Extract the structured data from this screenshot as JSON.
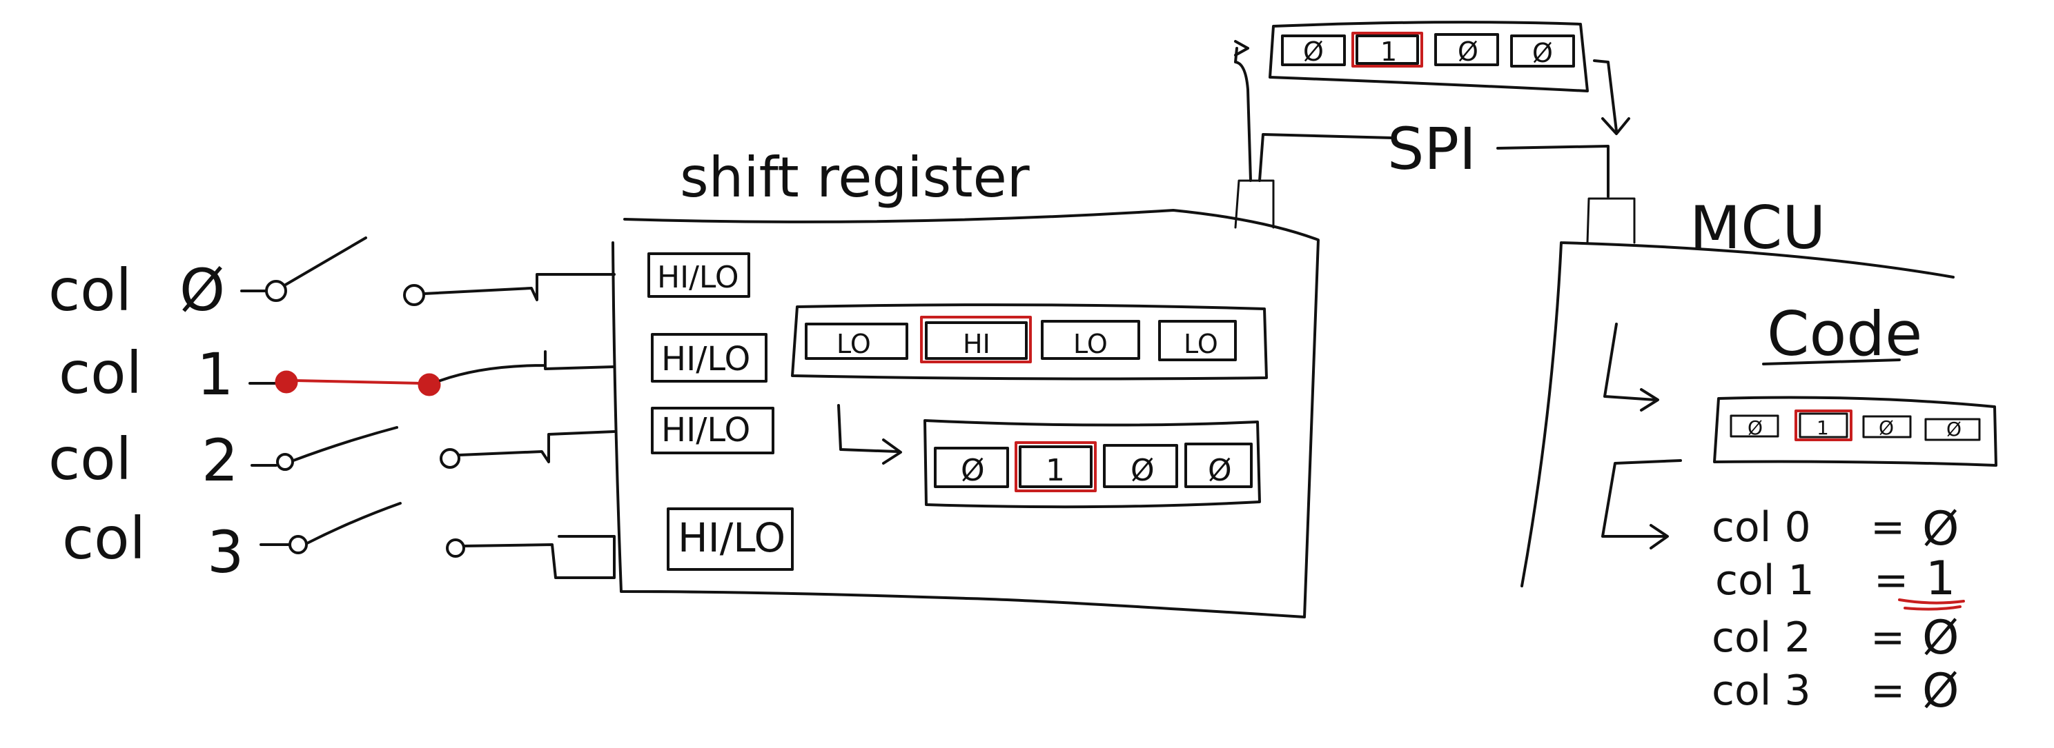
{
  "colors": {
    "ink": "#111111",
    "highlight": "#c81e1e",
    "background": "#ffffff"
  },
  "labels": {
    "shift_register": "shift register",
    "spi": "SPI",
    "mcu": "MCU",
    "code": "Code"
  },
  "columns": [
    {
      "name": "col",
      "index": "Ø",
      "closed": false
    },
    {
      "name": "col",
      "index": "1",
      "closed": true
    },
    {
      "name": "col",
      "index": "2",
      "closed": false
    },
    {
      "name": "col",
      "index": "3",
      "closed": false
    }
  ],
  "inputs": [
    "HI/LO",
    "HI/LO",
    "HI/LO",
    "HI/LO"
  ],
  "latched": [
    {
      "text": "LO",
      "highlight": false
    },
    {
      "text": "HI",
      "highlight": true
    },
    {
      "text": "LO",
      "highlight": false
    },
    {
      "text": "LO",
      "highlight": false
    }
  ],
  "bits": [
    {
      "text": "Ø",
      "highlight": false
    },
    {
      "text": "1",
      "highlight": true
    },
    {
      "text": "Ø",
      "highlight": false
    },
    {
      "text": "Ø",
      "highlight": false
    }
  ],
  "results": [
    {
      "lhs": "col 0",
      "eq": "=",
      "value": "Ø",
      "highlight": false
    },
    {
      "lhs": "col 1",
      "eq": "=",
      "value": "1",
      "highlight": true
    },
    {
      "lhs": "col 2",
      "eq": "=",
      "value": "Ø",
      "highlight": false
    },
    {
      "lhs": "col 3",
      "eq": "=",
      "value": "Ø",
      "highlight": false
    }
  ]
}
